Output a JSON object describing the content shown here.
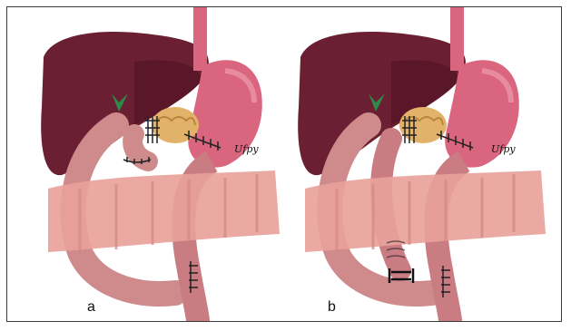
{
  "panels": [
    {
      "label": "a",
      "signature": "Ufpy"
    },
    {
      "label": "b",
      "signature": "Ufpy"
    }
  ],
  "colors": {
    "liver": "#6b1f32",
    "liver_dark": "#4c1223",
    "stomach": "#d9667e",
    "bowel": "#e8a29a",
    "bowel_dark": "#d38883",
    "loop": "#cf8a8c",
    "pancreas": "#e3b26a",
    "bile_duct": "#2f8a4a",
    "suture": "#222222"
  }
}
